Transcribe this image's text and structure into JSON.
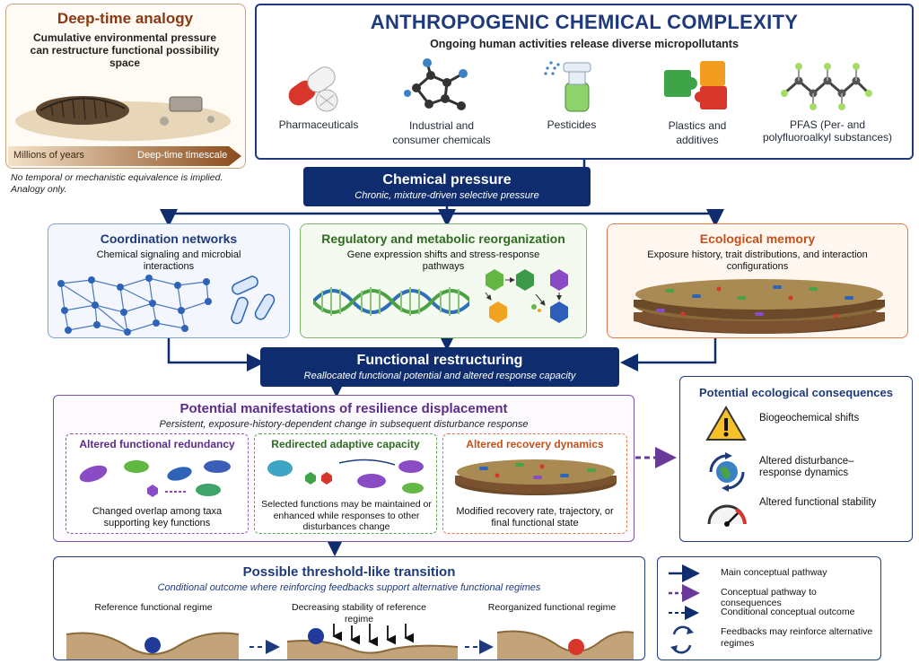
{
  "deep_time": {
    "title": "Deep-time analogy",
    "text": "Cumulative environmental pressure can restructure functional possibility space",
    "arrow_left": "Millions of years",
    "arrow_right": "Deep-time timescale",
    "note": "No temporal or mechanistic equivalence is implied. Analogy only."
  },
  "anthro": {
    "title": "ANTHROPOGENIC CHEMICAL COMPLEXITY",
    "subtitle": "Ongoing human activities release diverse micropollutants",
    "items": [
      {
        "label": "Pharmaceuticals"
      },
      {
        "label": "Industrial and consumer chemicals"
      },
      {
        "label": "Pesticides"
      },
      {
        "label": "Plastics and additives"
      },
      {
        "label": "PFAS (Per- and polyfluoroalkyl substances)"
      }
    ]
  },
  "chemical_pressure": {
    "title": "Chemical pressure",
    "subtitle": "Chronic, mixture-driven selective pressure"
  },
  "coordination": {
    "title": "Coordination networks",
    "text": "Chemical signaling and microbial interactions"
  },
  "regulatory": {
    "title": "Regulatory and metabolic reorganization",
    "text": "Gene expression shifts and stress-response pathways"
  },
  "ecological_memory": {
    "title": "Ecological memory",
    "text": "Exposure history, trait distributions, and interaction configurations"
  },
  "functional_restructuring": {
    "title": "Functional restructuring",
    "subtitle": "Reallocated functional potential and altered response capacity"
  },
  "manifestations": {
    "title": "Potential manifestations of resilience displacement",
    "subtitle": "Persistent, exposure-history-dependent change in subsequent disturbance response",
    "redundancy": {
      "title": "Altered functional redundancy",
      "text": "Changed overlap among taxa supporting key functions"
    },
    "adaptive": {
      "title": "Redirected adaptive capacity",
      "text": "Selected functions may be maintained or enhanced while responses to other disturbances change"
    },
    "recovery": {
      "title": "Altered recovery dynamics",
      "text": "Modified recovery rate, trajectory, or final functional state"
    }
  },
  "consequences": {
    "title": "Potential ecological consequences",
    "items": [
      {
        "label": "Biogeochemical shifts",
        "icon": "warning-icon"
      },
      {
        "label": "Altered disturbance–response dynamics",
        "icon": "globe-cycle-icon"
      },
      {
        "label": "Altered functional stability",
        "icon": "gauge-icon"
      }
    ]
  },
  "threshold": {
    "title": "Possible threshold-like transition",
    "subtitle": "Conditional outcome where reinforcing feedbacks support alternative functional regimes",
    "ref_label": "Reference functional regime",
    "dec_label": "Decreasing stability of reference regime",
    "reorg_label": "Reorganized functional regime"
  },
  "legend": {
    "items": [
      {
        "label": "Main conceptual pathway"
      },
      {
        "label": "Conceptual pathway to consequences"
      },
      {
        "label": "Conditional conceptual outcome"
      },
      {
        "label": "Feedbacks may reinforce alternative regimes"
      }
    ]
  },
  "colors": {
    "navy": "#0f2d6e",
    "green_title": "#2f6b22",
    "orange_title": "#c4501b",
    "purple": "#5b2d86"
  }
}
